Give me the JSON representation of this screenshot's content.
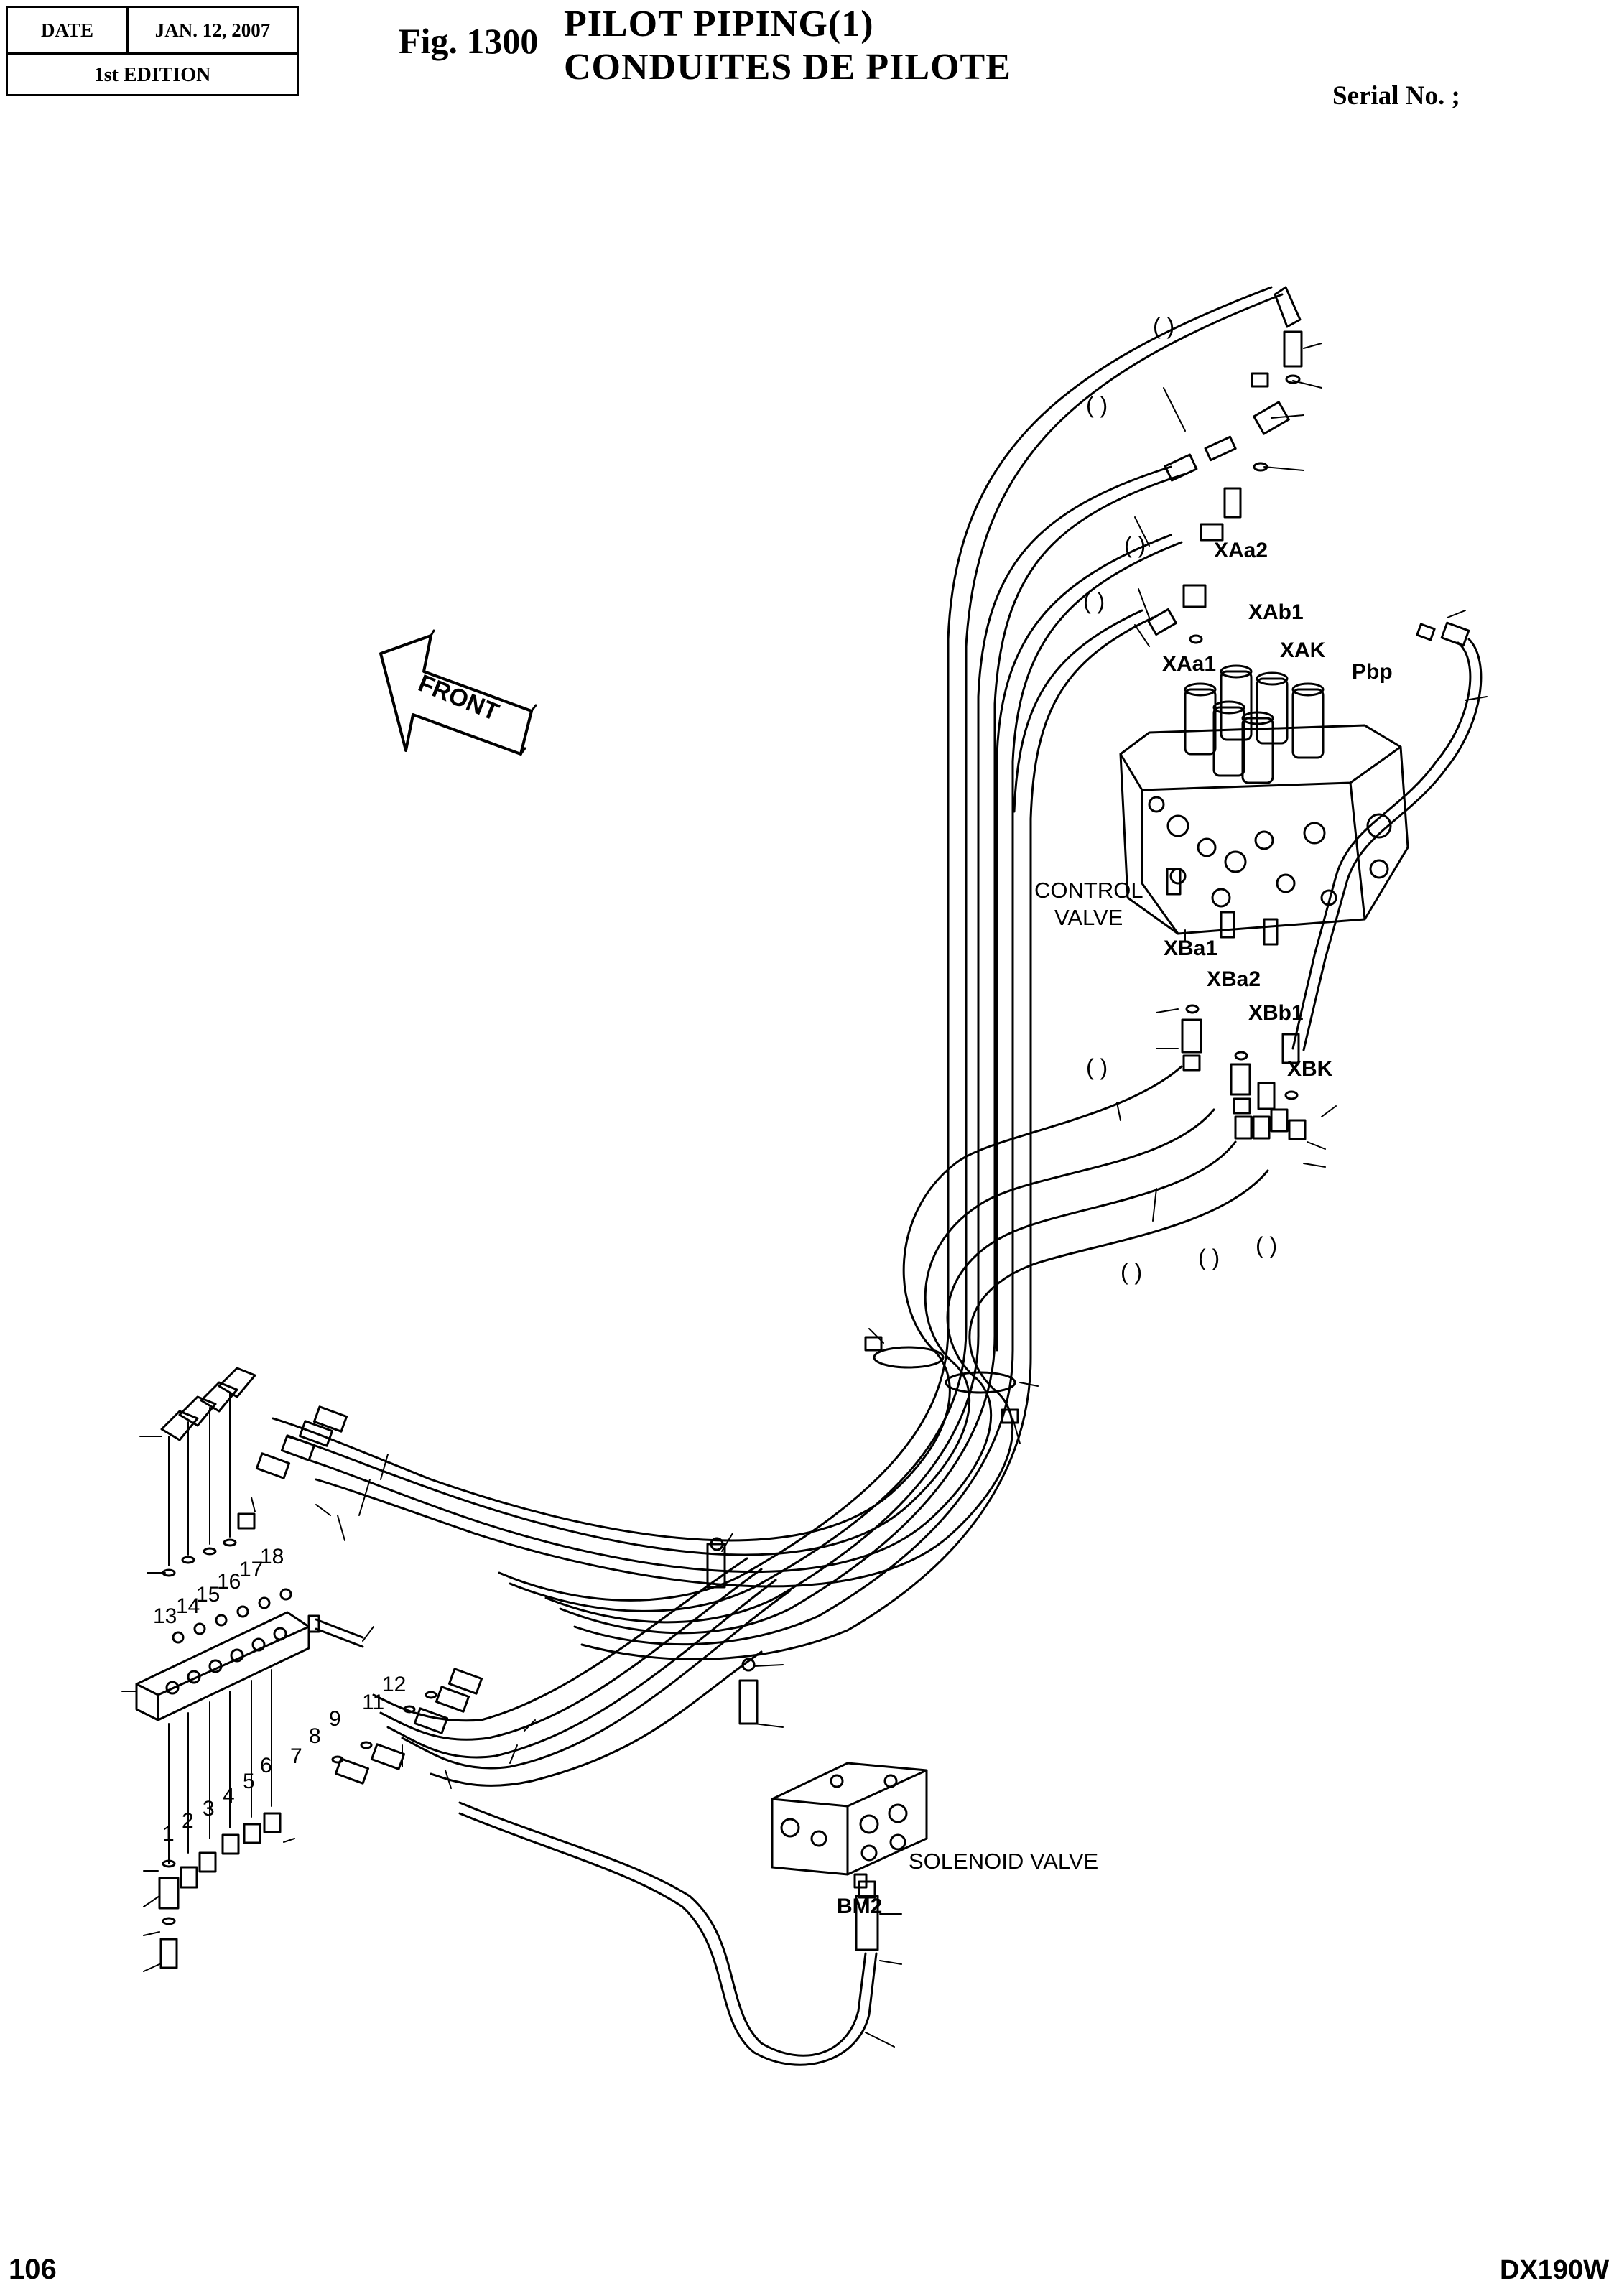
{
  "header": {
    "date_label": "DATE",
    "date_value": "JAN. 12, 2007",
    "edition": "1st EDITION",
    "fig_number": "Fig. 1300",
    "title_en": "PILOT  PIPING(1)",
    "title_fr": "CONDUITES  DE  PILOTE",
    "serial": "Serial No. ;"
  },
  "footer": {
    "page_number": "106",
    "model": "DX190W"
  },
  "diagram": {
    "front_label": "FRONT",
    "control_valve_line1": "CONTROL",
    "control_valve_line2": "VALVE",
    "solenoid_valve": "SOLENOID VALVE",
    "ports": {
      "XAa2": "XAa2",
      "XAb1": "XAb1",
      "XAK": "XAK",
      "XAa1": "XAa1",
      "Pbp": "Pbp",
      "XBa1": "XBa1",
      "XBa2": "XBa2",
      "XBb1": "XBb1",
      "XBK": "XBK",
      "BM2": "BM2"
    },
    "paren": "(   )",
    "callouts": [
      "1",
      "2",
      "3",
      "4",
      "5",
      "6",
      "7",
      "8",
      "9",
      "11",
      "12",
      "13",
      "14",
      "15",
      "16",
      "17",
      "18"
    ]
  }
}
